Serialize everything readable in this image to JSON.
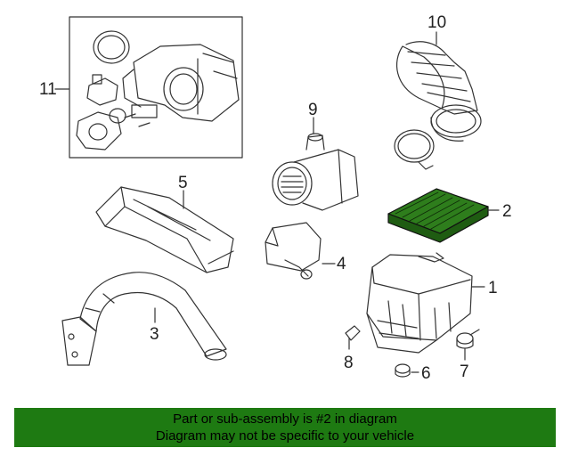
{
  "callouts": {
    "c1": "1",
    "c2": "2",
    "c3": "3",
    "c4": "4",
    "c5": "5",
    "c6": "6",
    "c7": "7",
    "c8": "8",
    "c9": "9",
    "c10": "10",
    "c11": "11"
  },
  "highlight_part": "2",
  "colors": {
    "highlight_fill": "#2e7d1c",
    "banner": "#1e7a12",
    "line": "#333333"
  },
  "footer": {
    "line1": "Part or sub-assembly is #2 in diagram",
    "line2": "Diagram may not be specific to your vehicle"
  }
}
